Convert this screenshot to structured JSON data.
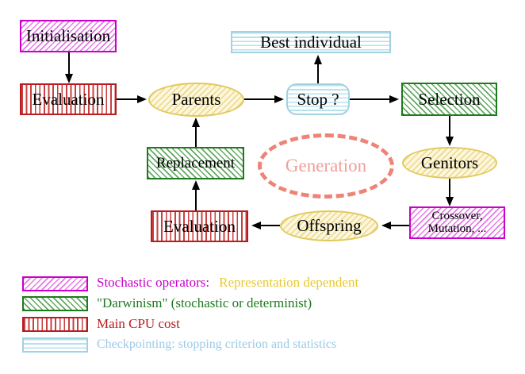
{
  "nodes": {
    "initialisation": "Initialisation",
    "evaluation_top": "Evaluation",
    "parents": "Parents",
    "stop": "Stop ?",
    "best_individual": "Best individual",
    "selection": "Selection",
    "genitors": "Genitors",
    "crossover_line1": "Crossover,",
    "crossover_line2": "Mutation, ...",
    "offspring": "Offspring",
    "evaluation_bottom": "Evaluation",
    "replacement": "Replacement",
    "generation": "Generation"
  },
  "legend": {
    "rows": [
      {
        "swatch": "magenta-diagonal-hatch",
        "label": "Stochastic operators:",
        "label2": "Representation dependent"
      },
      {
        "swatch": "green-diagonal-hatch",
        "label": "\"Darwinism\" (stochastic or determinist)"
      },
      {
        "swatch": "red-vertical-stripes",
        "label": "Main CPU cost"
      },
      {
        "swatch": "cyan-horizontal-stripes",
        "label": "Checkpointing: stopping criterion and statistics"
      }
    ]
  },
  "colors": {
    "magenta": "#c800c8",
    "green": "#1e7a1e",
    "red": "#b81c20",
    "cyan": "#9acae8",
    "yellow_border": "#e2c95c",
    "gold_text": "#e8c930",
    "salmon": "#ee8377",
    "arrow": "#000000",
    "background": "#ffffff"
  }
}
